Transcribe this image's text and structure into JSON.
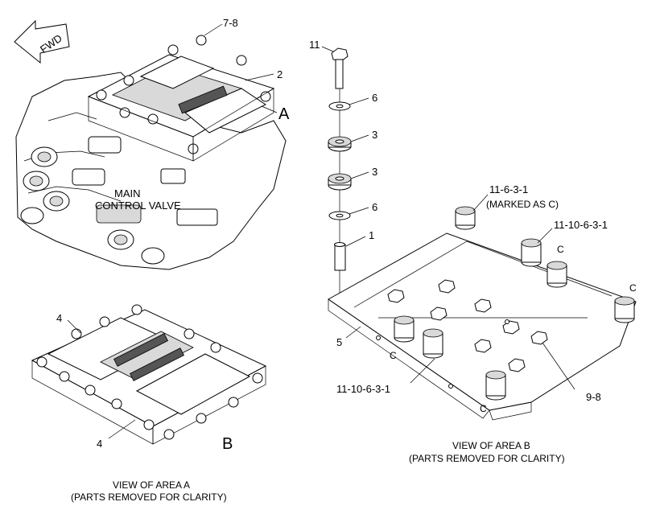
{
  "fwd_label": "FWD",
  "callouts": {
    "area_a": {
      "bolt": "7-8",
      "cover": "2",
      "area_letter": "A",
      "main_valve_line1": "MAIN",
      "main_valve_line2": "CONTROL VALVE"
    },
    "stack": {
      "bolt": "11",
      "washer_top": "6",
      "spring_top": "3",
      "spring_bottom": "3",
      "washer_bottom": "6",
      "sleeve": "1"
    },
    "view_a": {
      "plate_top": "4",
      "plate_bottom": "4",
      "area_letter": "B",
      "caption_line1": "VIEW OF AREA A",
      "caption_line2": "(PARTS REMOVED FOR CLARITY)"
    },
    "view_b": {
      "assy_top": "11-6-3-1",
      "assy_top_note": "(MARKED AS C)",
      "assy_right": "11-10-6-3-1",
      "assy_bottom": "11-10-6-3-1",
      "plate": "5",
      "bolts": "9-8",
      "mark": "C",
      "caption_line1": "VIEW OF AREA B",
      "caption_line2": "(PARTS REMOVED FOR CLARITY)"
    }
  }
}
